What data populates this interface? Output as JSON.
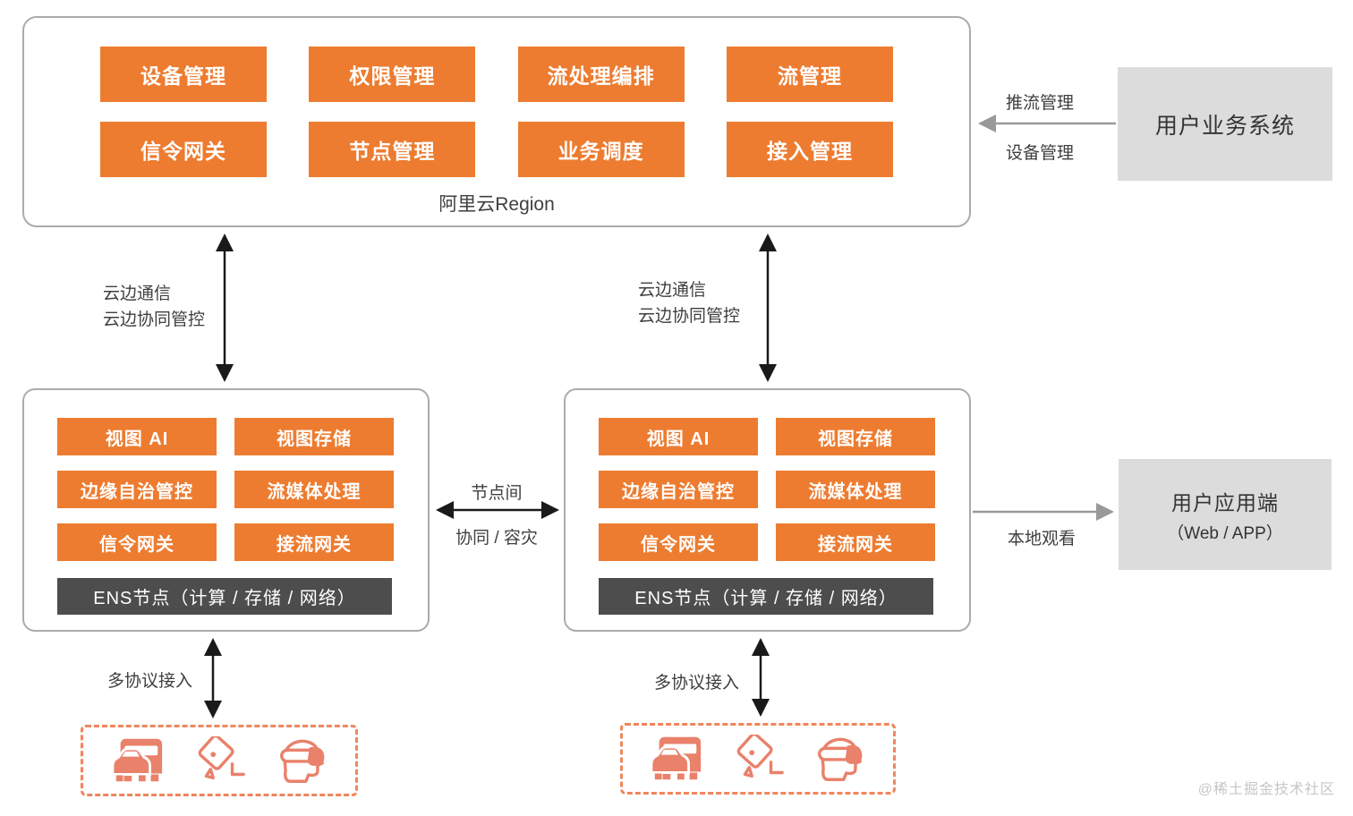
{
  "colors": {
    "accent_orange": "#ED7C30",
    "icon_salmon": "#E9816B",
    "dashed_border": "#F0865C",
    "dark_bar": "#4D4D4D",
    "gray_box": "#DCDCDC",
    "region_border": "#ABABAB",
    "arrow_black": "#1a1a1a",
    "arrow_gray": "#999999"
  },
  "cloud_region": {
    "label": "阿里云Region",
    "modules": [
      "设备管理",
      "权限管理",
      "流处理编排",
      "流管理",
      "信令网关",
      "节点管理",
      "业务调度",
      "接入管理"
    ]
  },
  "user_business": {
    "title": "用户业务系统",
    "arrow_top": "推流管理",
    "arrow_bottom": "设备管理"
  },
  "cloud_edge_link": {
    "line1": "云边通信",
    "line2": "云边协同管控"
  },
  "edge_node_left": {
    "modules": [
      "视图 AI",
      "视图存储",
      "边缘自治管控",
      "流媒体处理",
      "信令网关",
      "接流网关"
    ],
    "ens": "ENS节点（计算 / 存储 / 网络）"
  },
  "edge_node_right": {
    "modules": [
      "视图 AI",
      "视图存储",
      "边缘自治管控",
      "流媒体处理",
      "信令网关",
      "接流网关"
    ],
    "ens": "ENS节点（计算 / 存储 / 网络）"
  },
  "node_link": {
    "top": "节点间",
    "bottom": "协同 / 容灾"
  },
  "user_app": {
    "title": "用户应用端",
    "subtitle": "（Web / APP）",
    "arrow_label": "本地观看"
  },
  "access": {
    "label": "多协议接入",
    "icons": [
      "vehicles-icon",
      "cctv-camera-icon",
      "vr-headset-icon"
    ]
  },
  "watermark": {
    "text": "@稀土掘金技术社区"
  }
}
